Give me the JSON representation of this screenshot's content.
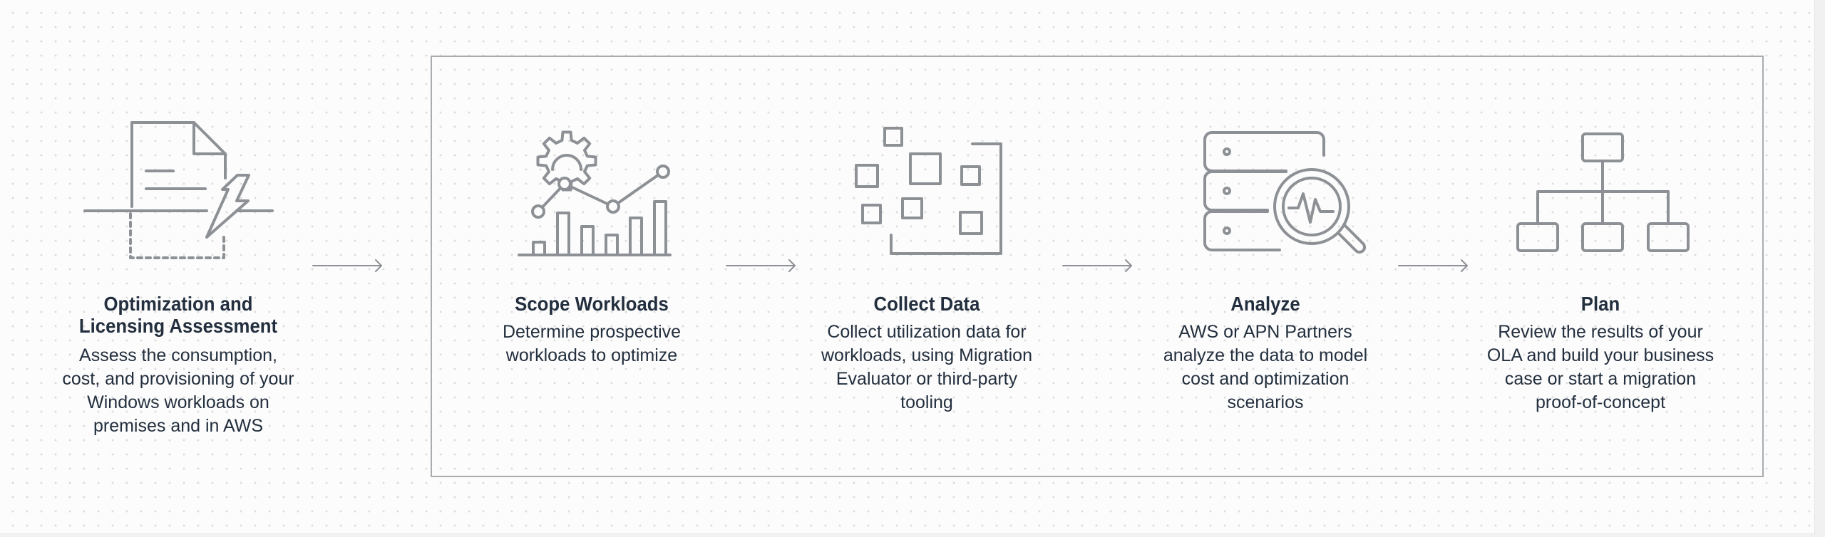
{
  "diagram": {
    "line_color": "#8d9196",
    "text_color": "#232f3e",
    "steps": [
      {
        "icon": "document-lightning-icon",
        "title": "Optimization and Licensing Assessment",
        "description": "Assess the consumption, cost, and provisioning of your Windows workloads on premises and in AWS"
      },
      {
        "icon": "gear-chart-icon",
        "title": "Scope Workloads",
        "description": "Determine prospective workloads to optimize"
      },
      {
        "icon": "scattered-squares-icon",
        "title": "Collect Data",
        "description": "Collect utilization data for workloads, using Migration Evaluator or third-party tooling"
      },
      {
        "icon": "server-magnifier-icon",
        "title": "Analyze",
        "description": "AWS or APN Partners analyze the data to model cost and optimization scenarios"
      },
      {
        "icon": "hierarchy-icon",
        "title": "Plan",
        "description": "Review the results of your OLA and build your business case or start a migration proof-of-concept"
      }
    ]
  }
}
